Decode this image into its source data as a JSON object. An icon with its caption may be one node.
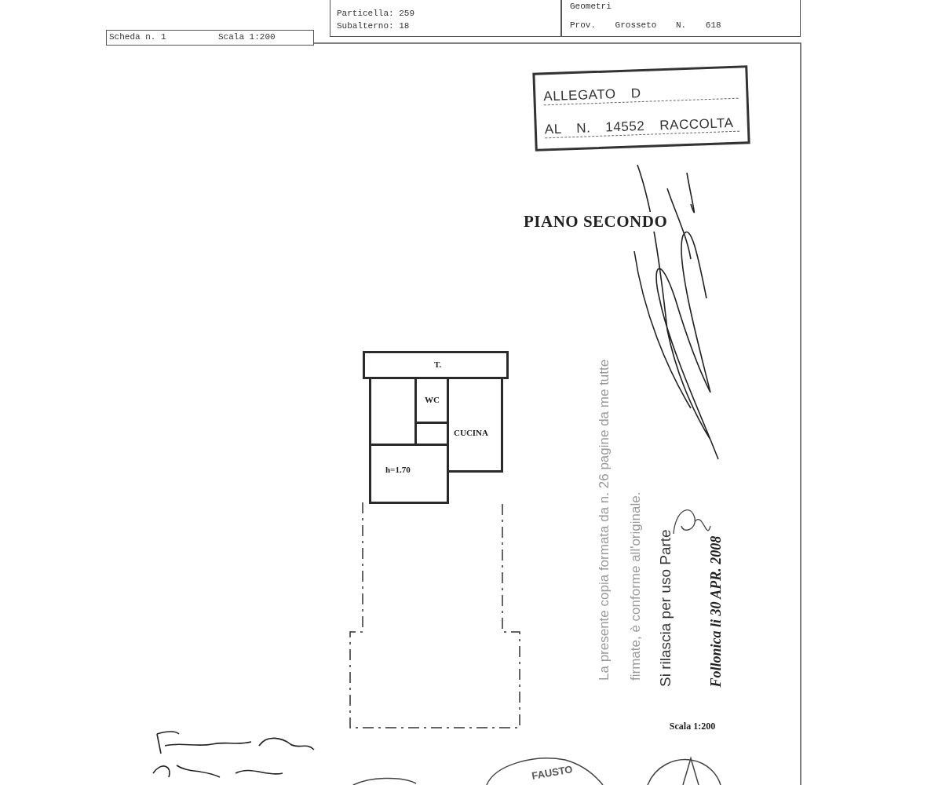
{
  "diagram": {
    "title": "PIANO SECONDO",
    "nodes": [
      {
        "text": [
          "Scheda n. 1",
          "Scala 1:200"
        ]
      },
      {
        "text": [
          "Particella: 259",
          "Subalterno: 18"
        ]
      },
      {
        "text": [
          "Geometri",
          "Prov. Grosseto N. 618"
        ]
      },
      {
        "text": [
          "ALLEGATO D",
          "AL N. 14552 RACCOLTA"
        ]
      },
      {
        "text": [
          "T."
        ]
      },
      {
        "text": [],
        "shape": "box"
      },
      {
        "text": [
          "WC"
        ]
      },
      {
        "text": [
          "CUCINA"
        ]
      },
      {
        "text": [
          "h=1.70"
        ]
      },
      {
        "text": [],
        "shape": "box"
      }
    ],
    "edges": [],
    "labels": [
      "La presente copia formata da n. 26 pagine da me tutte firmate, è conforme all'originale.",
      "Si rilascia per uso Parte",
      "Follonica li 30 APR. 2008",
      "Scala 1:200",
      "FAUSTO"
    ]
  }
}
